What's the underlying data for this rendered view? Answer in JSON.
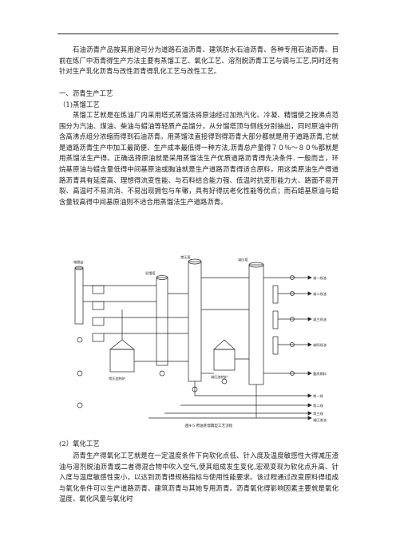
{
  "document": {
    "intro": "石油沥青产品按其用途可分为道路石油沥青、建筑防水石油沥青、各种专用石油沥青。目前在炼厂中沥青得生产方法主要有蒸馏工艺、氧化工艺、溶剂脱沥青工艺与调与工艺,同时还有针对生产乳化沥青与改性沥青得乳化工艺与改性工艺。",
    "section_heading": "一、沥青生产工艺",
    "sub_heading_1": "（1)蒸馏工艺",
    "para_distillation": "蒸馏工艺就是在炼油厂内采用塔式蒸馏法将原油经过加热汽化、冷凝、精馏使之按沸点范围分为汽油、煤油、柴油与蜡油等轻质产品馏分，从分馏塔顶与侧线分别抽出，同时原油中所含高沸点组分浓缩而得到石油沥青。用蒸馏法直接得到得沥青大部分都就是用于道路沥青,它就是道路沥青生产中加工最简便、生产成本最低得一种方法,沥青总产量得７０％～８０％都就是用蒸馏法生产得。正确选择原油就是采用蒸馏法生产优质道路沥青得先决条件. 一般而言，环烷基原油与蜡含量低得中间基原油或胸油就是生产道路沥青得适合原料，用这类原油生产得道路沥青具有延度高、理想得流变性能、与石料结合能力强、低温时抗变形能力大、路面不易开裂、高温时不易流淌、不易出现拥包与车辙，具有好得抗老化性能等优点；而石蜡基原油与蜡含量较高得中间基原油则不适合用蒸馏法生产道路沥青。",
    "figure_caption": "图4-5 原油蒸馏典型工艺流程",
    "sub_heading_2": "(2）氧化工艺",
    "para_oxidation": "沥青生产得氧化工艺就是在一定温度条件下向软化点低、针入度及温度敏感性大得减压渣油与溶剂脱油沥青或二者得混合物中吹入空气,使其组成发生变化,宏观变现为软化点升高、针入度与温度敏感性变小，以达到沥青得规格指标与使用性能要求。该过程通过改变原料得组成与氧化条件可以生产道路沥青、建筑沥青与其她专用沥青。沥青氧化得影响因素主要就是氧化温度、氧化风量与氧化时"
  },
  "figure_labels": {
    "left_tower": "电脱盐",
    "tower_label_a": "初馏塔",
    "tower_label_b": "常压塔",
    "tower_label_c": "减压塔",
    "furnace_a": "常压加热炉",
    "furnace_b": "减压加热炉",
    "outputs": [
      "减一线油",
      "减二线油",
      "减三线油",
      "减四线油",
      "重质燃料",
      "常一线",
      "常二线",
      "常三线",
      "减压渣油"
    ]
  }
}
